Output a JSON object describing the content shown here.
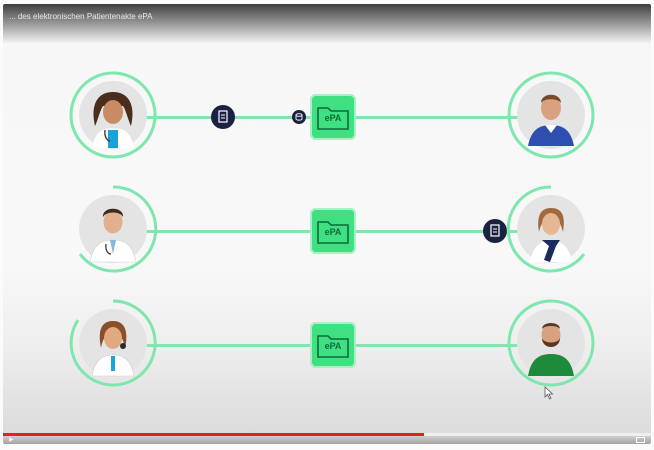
{
  "video": {
    "title": "... des elektronischen Patientenakte ePA",
    "progress": 0.65
  },
  "colors": {
    "line": "#7de7ad",
    "folder": "#3fe081",
    "badge": "#1b2141",
    "progress": "#e62117"
  },
  "rows": [
    {
      "left_person": "doctor-female-stethoscope",
      "folder_label": "ePA",
      "right_person": "patient-male-blue"
    },
    {
      "left_person": "doctor-male-labcoat",
      "folder_label": "ePA",
      "right_person": "patient-female-scarf"
    },
    {
      "left_person": "doctor-female-labcoat",
      "folder_label": "ePA",
      "right_person": "patient-male-green"
    }
  ],
  "icons": {
    "document": "document-icon",
    "database": "database-icon",
    "folder": "folder-icon"
  }
}
